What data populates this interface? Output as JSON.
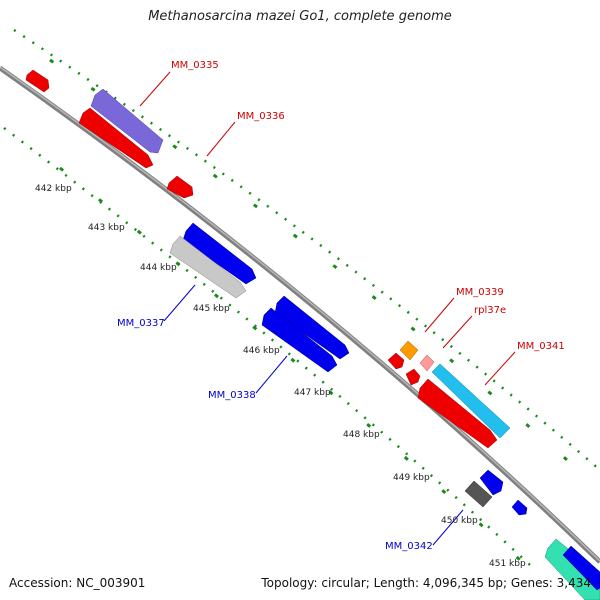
{
  "title": "Methanosarcina mazei Go1, complete genome",
  "footer": {
    "accession": "Accession: NC_003901",
    "summary": "Topology: circular; Length: 4,096,345 bp; Genes: 3,434"
  },
  "kbp_labels": [
    "442 kbp",
    "443 kbp",
    "444 kbp",
    "445 kbp",
    "446 kbp",
    "447 kbp",
    "448 kbp",
    "449 kbp",
    "450 kbp",
    "451 kbp"
  ],
  "genes": {
    "MM_0335": {
      "label": "MM_0335",
      "color": "#cc0000"
    },
    "MM_0336": {
      "label": "MM_0336",
      "color": "#cc0000"
    },
    "MM_0337": {
      "label": "MM_0337",
      "color": "#0000cc"
    },
    "MM_0338": {
      "label": "MM_0338",
      "color": "#0000cc"
    },
    "MM_0339": {
      "label": "MM_0339",
      "color": "#cc0000"
    },
    "rpl37e": {
      "label": "rpl37e",
      "color": "#cc0000"
    },
    "MM_0341": {
      "label": "MM_0341",
      "color": "#cc0000"
    },
    "MM_0342": {
      "label": "MM_0342",
      "color": "#0000cc"
    }
  },
  "colors": {
    "backbone": "#8c8c8c",
    "tick": "#1a8a1a",
    "forward_gene": "#ee0000",
    "reverse_gene": "#0000ee",
    "purple_gene": "#7b68d8",
    "cyan_gene": "#22bfee",
    "gray_gene": "#c8c8c8",
    "dark_gene": "#555555",
    "orange_gene": "#ff9900",
    "pink_gene": "#ff9a9a",
    "teal_gene": "#33e0b0"
  }
}
